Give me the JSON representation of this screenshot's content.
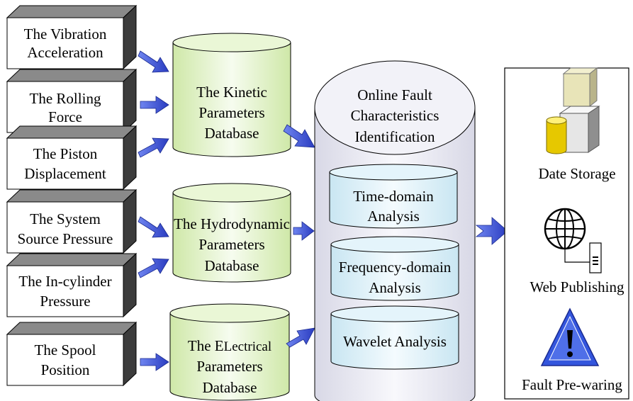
{
  "sensors": [
    {
      "line1": "The Vibration",
      "line2": "Acceleration"
    },
    {
      "line1": "The Rolling",
      "line2": "Force"
    },
    {
      "line1": "The Piston",
      "line2": "Displacement"
    },
    {
      "line1": "The System",
      "line2": "Source Pressure"
    },
    {
      "line1": "The In-cylinder",
      "line2": "Pressure"
    },
    {
      "line1": "The Spool",
      "line2": "Position"
    }
  ],
  "databases": [
    {
      "line1": "The Kinetic",
      "line2": "Parameters",
      "line3": "Database"
    },
    {
      "line1": "The Hydrodynamic",
      "line2": "Parameters",
      "line3": "Database"
    },
    {
      "line1a": "The E",
      "line1b": "Lectrical",
      "line2": "Parameters",
      "line3": "Database"
    }
  ],
  "center": {
    "title1": "Online Fault",
    "title2": "Characteristics",
    "title3": "Identification",
    "modules": [
      {
        "line1": "Time-domain",
        "line2": "Analysis"
      },
      {
        "line1": "Frequency-domain",
        "line2": "Analysis"
      },
      {
        "line1": "Wavelet Analysis",
        "line2": ""
      }
    ]
  },
  "outputs": [
    {
      "label": "Date Storage",
      "icon": "storage-icon"
    },
    {
      "label": "Web Publishing",
      "icon": "globe-icon"
    },
    {
      "label": "Fault Pre-waring",
      "icon": "warning-icon"
    }
  ],
  "colors": {
    "box_front": "#ffffff",
    "box_side": "#3c3c3c",
    "box_top": "#8a8a8a",
    "db_fill": "#eaf7d6",
    "module_fill": "#e4f4fb",
    "center_fill": "#f2f2f8",
    "arrow": "#3a4fd0",
    "warning_fill": "#3355dd"
  }
}
